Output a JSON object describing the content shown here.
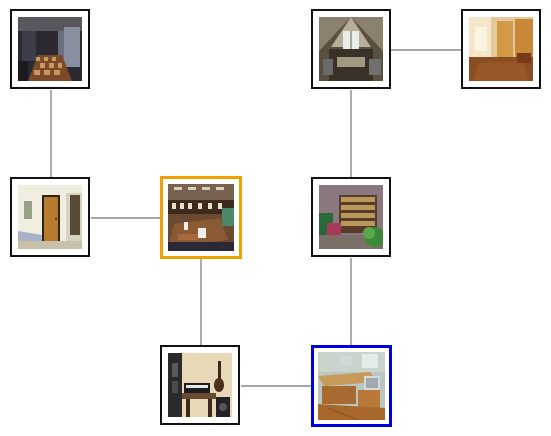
{
  "colors": {
    "background": "#ffffff",
    "edge": "#8a8a8a",
    "node_border_default": "#111111",
    "node_border_highlight_orange": "#f0a000",
    "node_border_highlight_blue": "#0000dd"
  },
  "nodes": [
    {
      "id": "locker",
      "scene": "locker-room-thumbnail",
      "state": "default"
    },
    {
      "id": "attic",
      "scene": "attic-bedroom-thumbnail",
      "state": "default"
    },
    {
      "id": "hotel",
      "scene": "hotel-room-thumbnail",
      "state": "default"
    },
    {
      "id": "bedroom",
      "scene": "bedroom-doorway-thumbnail",
      "state": "default"
    },
    {
      "id": "library",
      "scene": "library-reading-room-thumbnail",
      "state": "highlighted-orange"
    },
    {
      "id": "bookstore",
      "scene": "bookstore-thumbnail",
      "state": "default"
    },
    {
      "id": "music",
      "scene": "music-studio-thumbnail",
      "state": "default"
    },
    {
      "id": "office",
      "scene": "home-office-thumbnail",
      "state": "highlighted-blue"
    }
  ],
  "edges": [
    [
      "locker",
      "bedroom"
    ],
    [
      "attic",
      "hotel"
    ],
    [
      "attic",
      "bookstore"
    ],
    [
      "bedroom",
      "library"
    ],
    [
      "library",
      "music"
    ],
    [
      "bookstore",
      "office"
    ],
    [
      "music",
      "office"
    ]
  ]
}
